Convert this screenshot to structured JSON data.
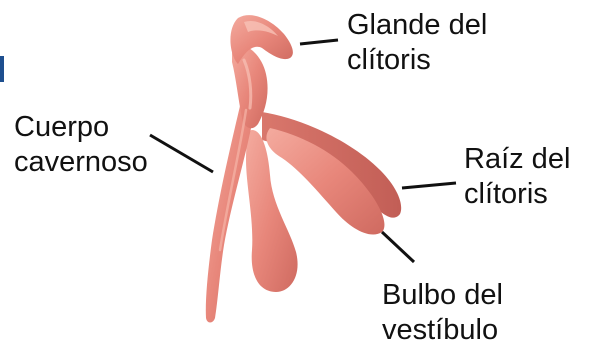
{
  "labels": {
    "glande": {
      "line1": "Glande del",
      "line2": "clítoris"
    },
    "cuerpo": {
      "line1": "Cuerpo",
      "line2": "cavernoso"
    },
    "raiz": {
      "line1": "Raíz del",
      "line2": "clítoris"
    },
    "bulbo": {
      "line1": "Bulbo del",
      "line2": "vestíbulo"
    }
  },
  "colors": {
    "tissue": "#e8877b",
    "tissue_shadow": "#c9625a",
    "tissue_highlight": "#f6b7aa",
    "leader_line": "#111111",
    "edge_mark": "#1e4f8f"
  }
}
